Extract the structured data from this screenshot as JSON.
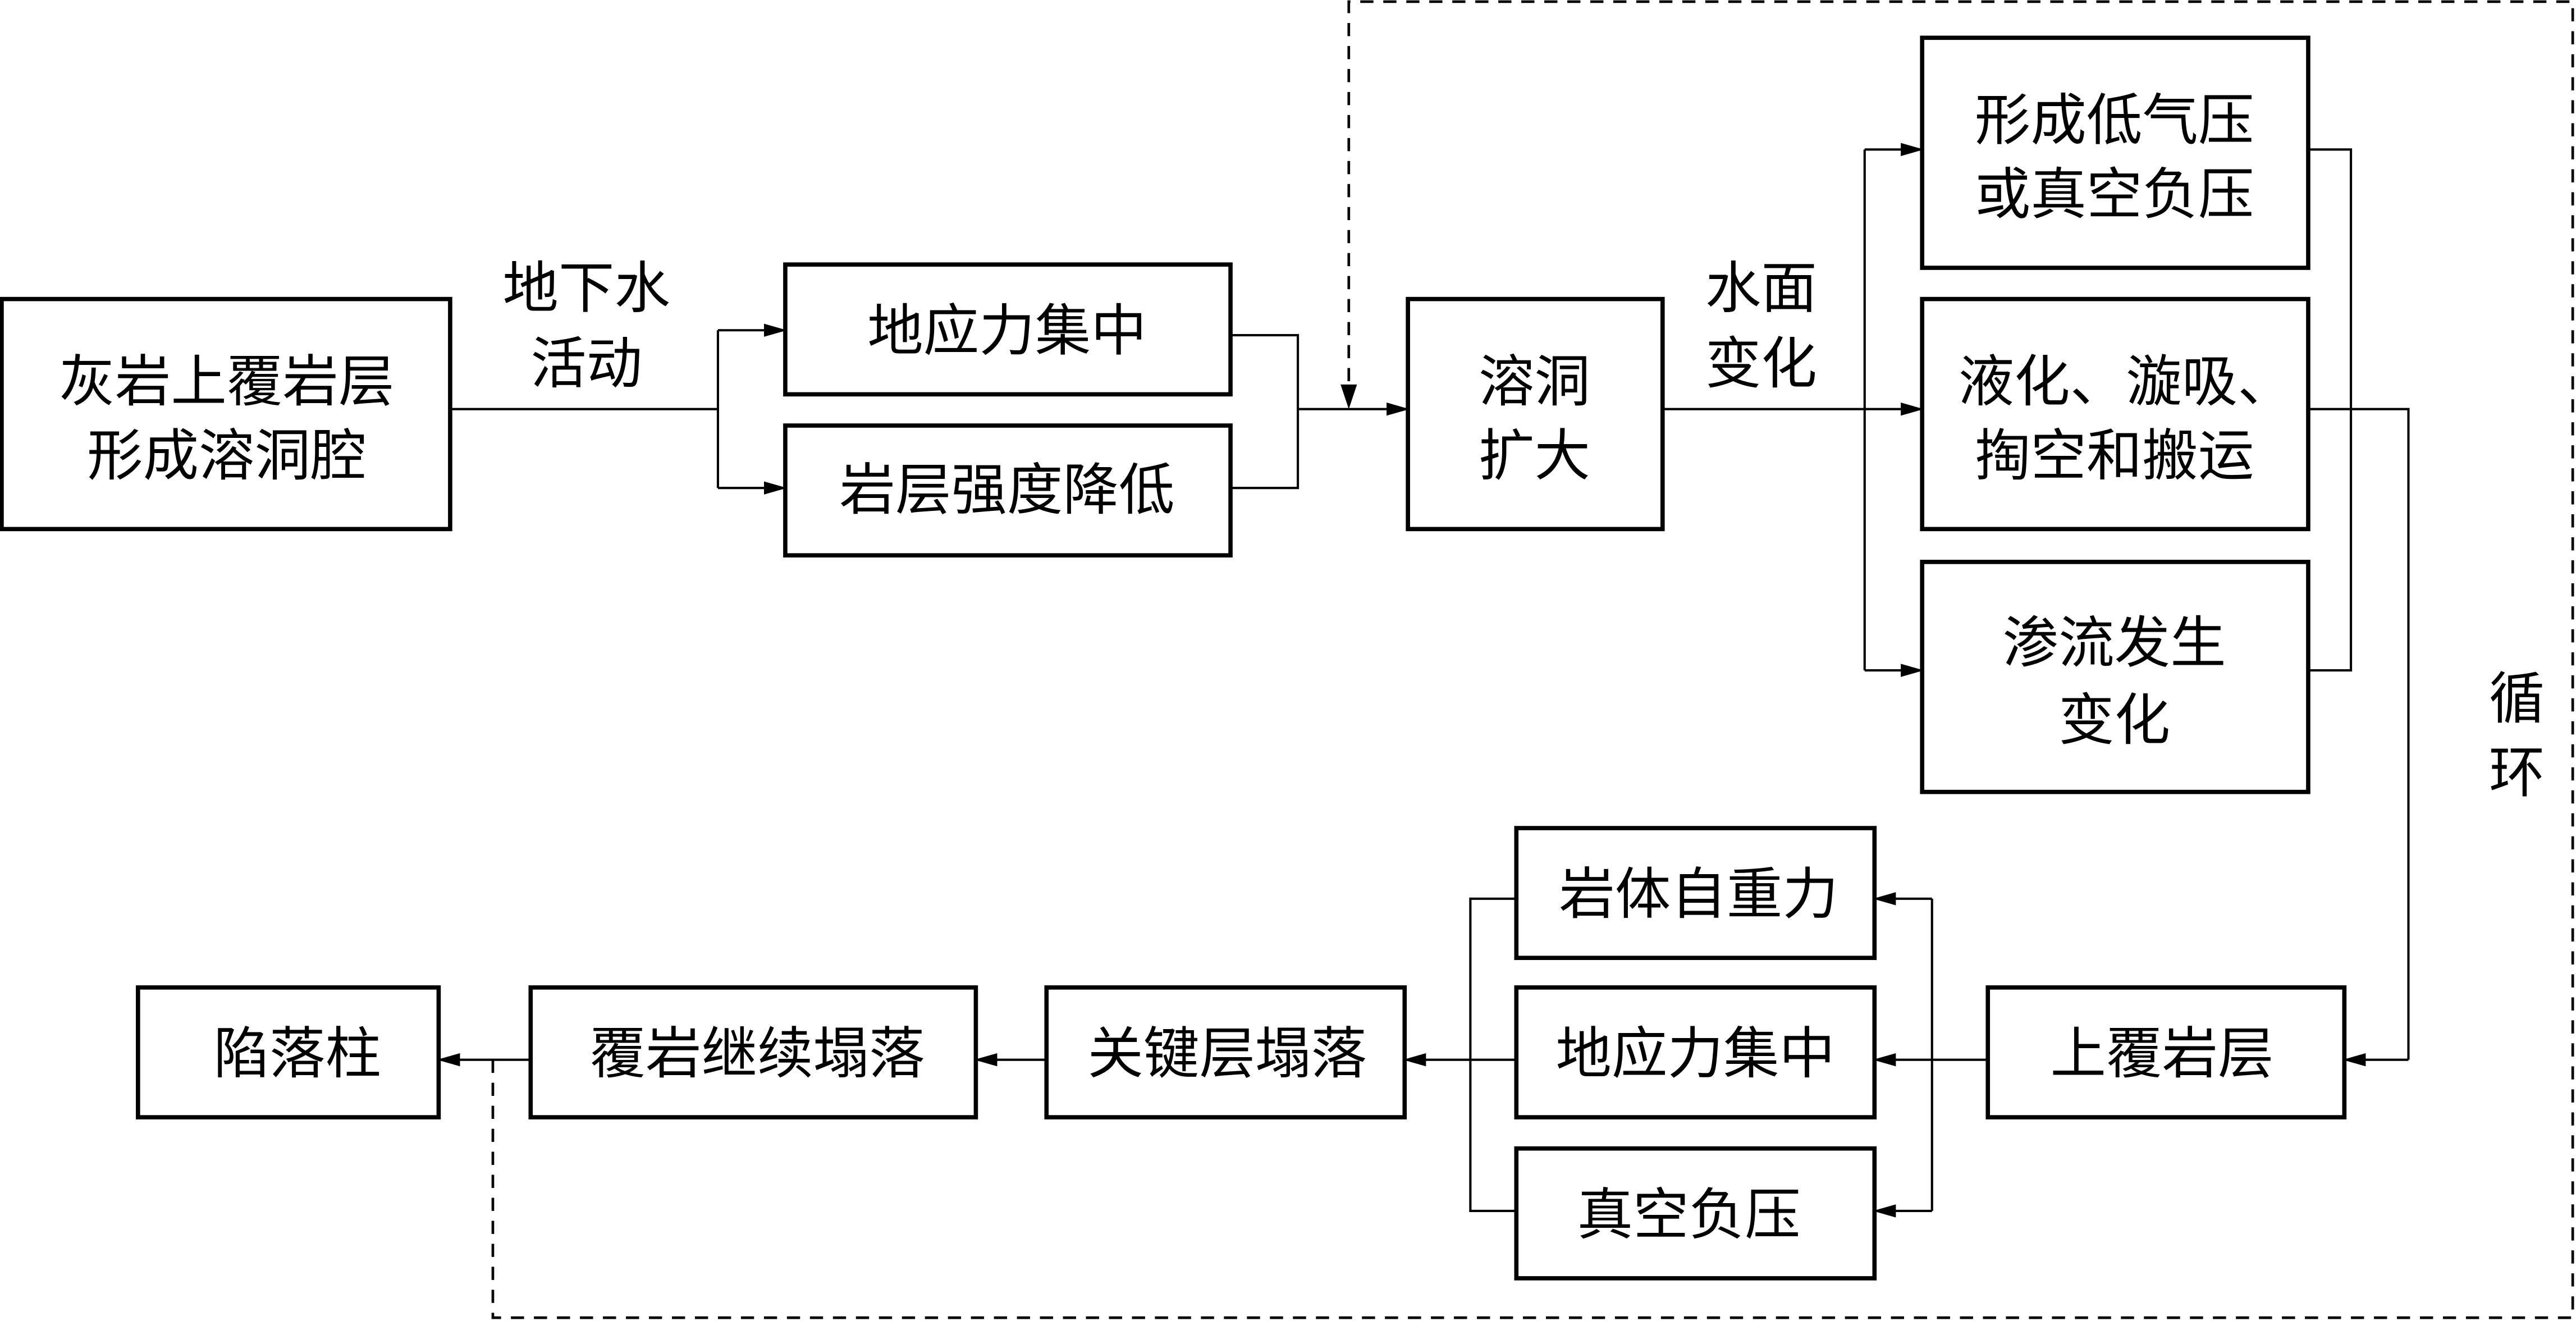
{
  "diagram": {
    "nodes": {
      "karst_cavity": [
        "灰岩上覆岩层",
        "形成溶洞腔"
      ],
      "stress_concentration_top": [
        "地应力集中"
      ],
      "strength_reduction": [
        "岩层强度降低"
      ],
      "cavity_expansion": [
        "溶洞",
        "扩大"
      ],
      "low_pressure": [
        "形成低气压",
        "或真空负压"
      ],
      "liquefaction": [
        "液化、漩吸、",
        "掏空和搬运"
      ],
      "seepage_change": [
        "渗流发生",
        "变化"
      ],
      "overlying_strata": [
        "上覆岩层"
      ],
      "rock_self_weight": [
        "岩体自重力"
      ],
      "stress_concentration_bottom": [
        "地应力集中"
      ],
      "vacuum_negative_pressure": [
        "真空负压"
      ],
      "key_layer_collapse": [
        "关键层塌落"
      ],
      "overburden_continued_collapse": [
        "覆岩继续塌落"
      ],
      "collapse_column": [
        "陷落柱"
      ]
    },
    "edge_labels": {
      "groundwater_activity": [
        "地下水",
        "活动"
      ],
      "water_surface_change": [
        "水面",
        "变化"
      ],
      "cycle": [
        "循",
        "环"
      ]
    },
    "edges": [
      {
        "from": "karst_cavity",
        "to": "stress_concentration_top",
        "label": "groundwater_activity",
        "style": "solid"
      },
      {
        "from": "karst_cavity",
        "to": "strength_reduction",
        "label": "groundwater_activity",
        "style": "solid"
      },
      {
        "from": "stress_concentration_top",
        "to": "cavity_expansion",
        "style": "solid"
      },
      {
        "from": "strength_reduction",
        "to": "cavity_expansion",
        "style": "solid"
      },
      {
        "from": "cavity_expansion",
        "to": "low_pressure",
        "label": "water_surface_change",
        "style": "solid"
      },
      {
        "from": "cavity_expansion",
        "to": "liquefaction",
        "label": "water_surface_change",
        "style": "solid"
      },
      {
        "from": "cavity_expansion",
        "to": "seepage_change",
        "label": "water_surface_change",
        "style": "solid"
      },
      {
        "from": "liquefaction",
        "to": "overlying_strata",
        "style": "solid"
      },
      {
        "from": "overlying_strata",
        "to": "rock_self_weight",
        "style": "solid"
      },
      {
        "from": "overlying_strata",
        "to": "stress_concentration_bottom",
        "style": "solid"
      },
      {
        "from": "overlying_strata",
        "to": "vacuum_negative_pressure",
        "style": "solid"
      },
      {
        "from": "stress_concentration_bottom",
        "to": "key_layer_collapse",
        "style": "solid"
      },
      {
        "from": "key_layer_collapse",
        "to": "overburden_continued_collapse",
        "style": "solid"
      },
      {
        "from": "overburden_continued_collapse",
        "to": "collapse_column",
        "style": "solid"
      },
      {
        "from": "overburden_continued_collapse",
        "to": "cavity_expansion",
        "label": "cycle",
        "style": "dashed"
      }
    ]
  }
}
